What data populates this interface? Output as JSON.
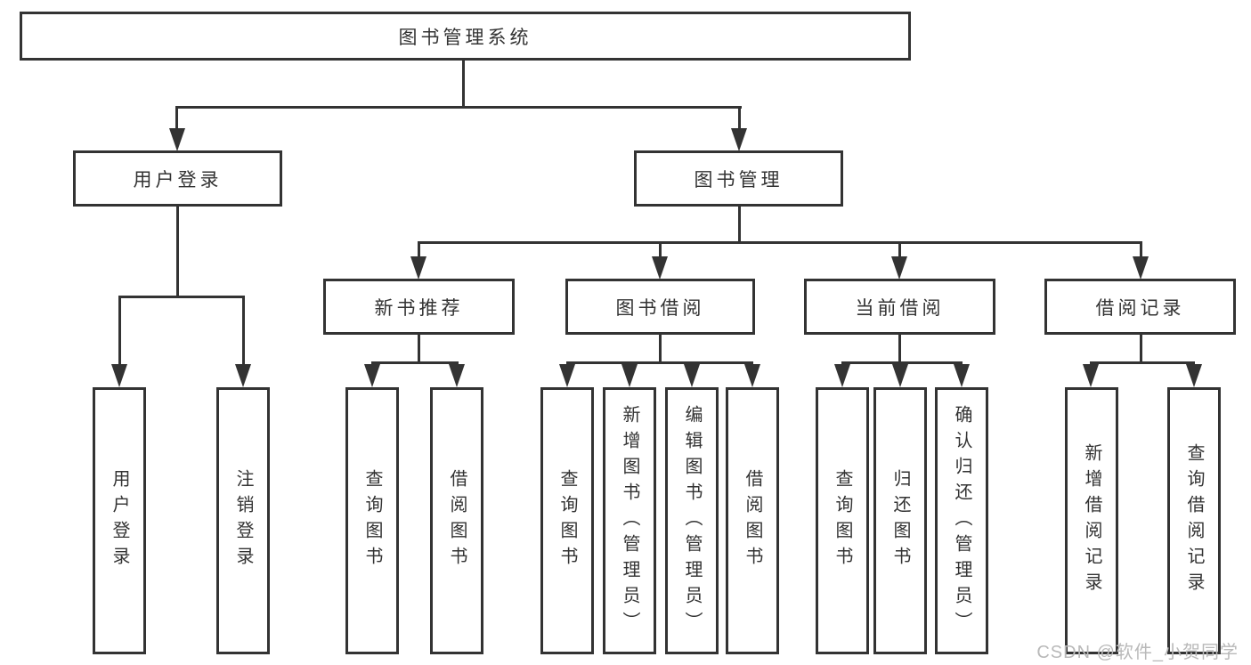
{
  "diagram": {
    "type": "function-structure-tree",
    "title": "图书管理系统",
    "watermark": "CSDN @软件_小贺同学",
    "colors": {
      "line": "#333333",
      "box_border": "#333333",
      "box_fill": "#ffffff",
      "text": "#333333",
      "background": "#ffffff",
      "watermark_text": "#b9b9b9"
    },
    "nodes": {
      "root": {
        "label": "图书管理系统",
        "children": [
          "user_login",
          "book_management"
        ]
      },
      "user_login": {
        "label": "用户登录",
        "children": [
          "leaf_user_login",
          "leaf_logout"
        ]
      },
      "book_management": {
        "label": "图书管理",
        "children": [
          "new_book_recommend",
          "book_borrowing",
          "current_borrowing",
          "borrowing_records"
        ]
      },
      "new_book_recommend": {
        "label": "新书推荐",
        "children": [
          "leaf_query_books_1",
          "leaf_borrow_books_1"
        ]
      },
      "book_borrowing": {
        "label": "图书借阅",
        "children": [
          "leaf_query_books_2",
          "leaf_add_book_admin",
          "leaf_edit_book_admin",
          "leaf_borrow_books_2"
        ]
      },
      "current_borrowing": {
        "label": "当前借阅",
        "children": [
          "leaf_query_books_3",
          "leaf_return_books",
          "leaf_confirm_return_admin"
        ]
      },
      "borrowing_records": {
        "label": "借阅记录",
        "children": [
          "leaf_add_borrow_record",
          "leaf_query_borrow_record"
        ]
      },
      "leaf_user_login": {
        "label": "用户登录"
      },
      "leaf_logout": {
        "label": "注销登录"
      },
      "leaf_query_books_1": {
        "label": "查询图书"
      },
      "leaf_borrow_books_1": {
        "label": "借阅图书"
      },
      "leaf_query_books_2": {
        "label": "查询图书"
      },
      "leaf_add_book_admin": {
        "label": "新增图书（管理员）"
      },
      "leaf_edit_book_admin": {
        "label": "编辑图书（管理员）"
      },
      "leaf_borrow_books_2": {
        "label": "借阅图书"
      },
      "leaf_query_books_3": {
        "label": "查询图书"
      },
      "leaf_return_books": {
        "label": "归还图书"
      },
      "leaf_confirm_return_admin": {
        "label": "确认归还（管理员）"
      },
      "leaf_add_borrow_record": {
        "label": "新增借阅记录"
      },
      "leaf_query_borrow_record": {
        "label": "查询借阅记录"
      }
    }
  }
}
